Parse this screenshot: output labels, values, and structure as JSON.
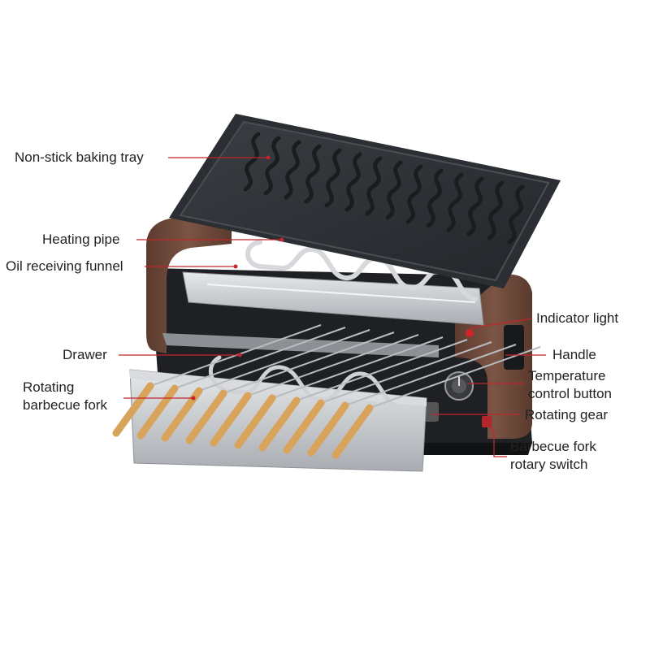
{
  "labels": {
    "tray": "Non-stick baking tray",
    "heating_pipe": "Heating pipe",
    "funnel": "Oil receiving funnel",
    "drawer": "Drawer",
    "fork_line1": "Rotating",
    "fork_line2": "barbecue fork",
    "indicator": "Indicator light",
    "handle": "Handle",
    "temp_line1": "Temperature",
    "temp_line2": "control button",
    "gear": "Rotating gear",
    "switch_line1": "Barbecue fork",
    "switch_line2": "rotary switch"
  },
  "colors": {
    "leader": "#c0262c",
    "tray": "#2c2f33",
    "wood": "#6e4a3a",
    "body": "#1f2023",
    "steel": "#c9ccd0",
    "fork_handle": "#d8a45c"
  }
}
